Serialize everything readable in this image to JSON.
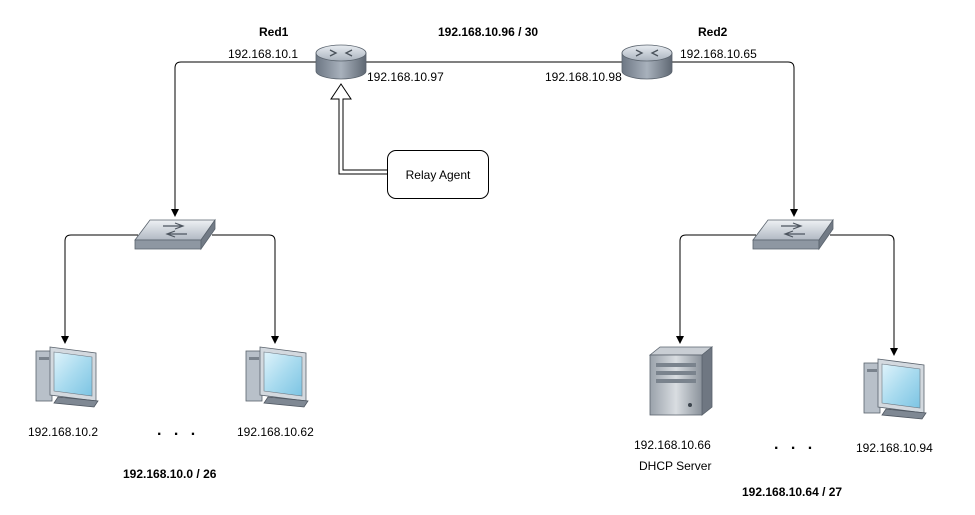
{
  "networks": {
    "red1": {
      "name": "Red1",
      "gateway_ip": "192.168.10.1",
      "subnet": "192.168.10.0 / 26",
      "hosts": [
        {
          "ip": "192.168.10.2"
        },
        {
          "ip": "192.168.10.62"
        }
      ]
    },
    "red2": {
      "name": "Red2",
      "gateway_ip": "192.168.10.65",
      "subnet": "192.168.10.64 / 27",
      "hosts": [
        {
          "ip": "192.168.10.66",
          "role": "DHCP Server"
        },
        {
          "ip": "192.168.10.94"
        }
      ]
    },
    "link": {
      "subnet": "192.168.10.96 / 30",
      "red1_ip": "192.168.10.97",
      "red2_ip": "192.168.10.98"
    }
  },
  "relay_agent": {
    "label": "Relay Agent"
  },
  "ellipsis": ". . ."
}
